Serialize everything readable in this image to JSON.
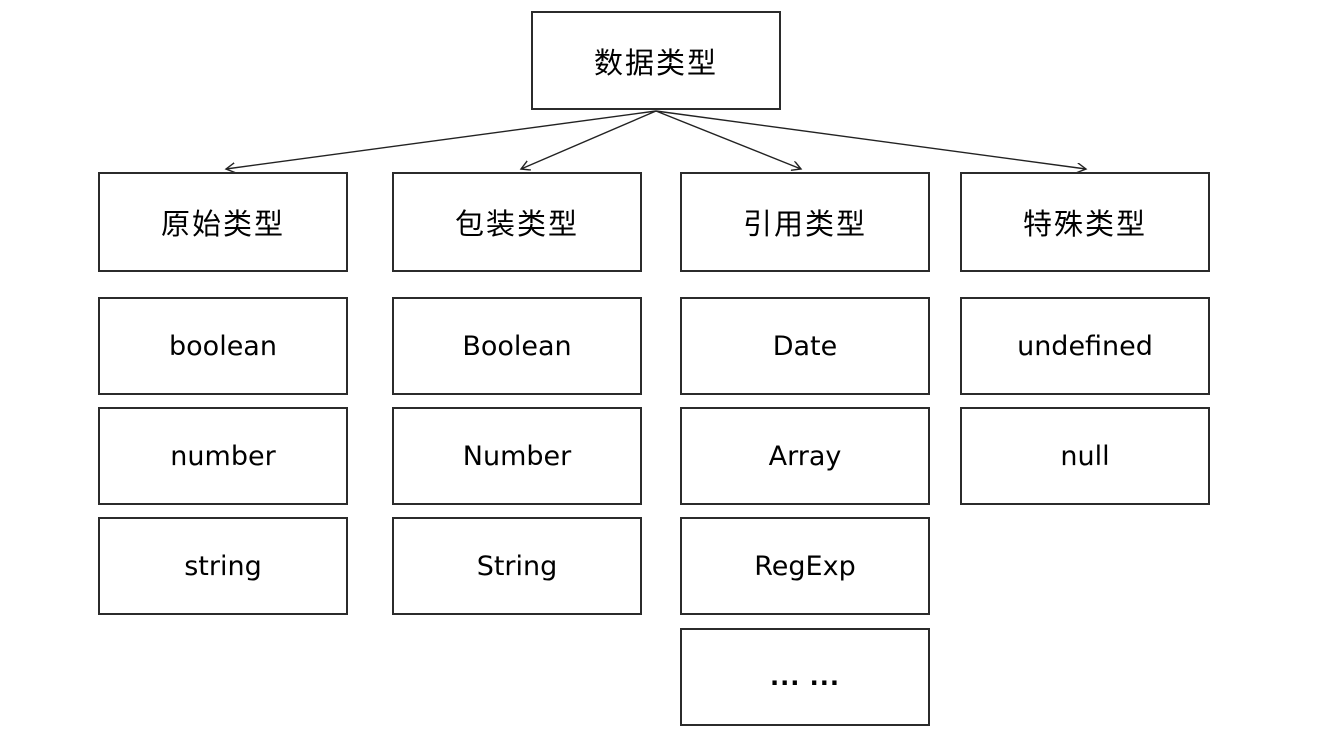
{
  "diagram": {
    "title_node": "数据类型",
    "columns": [
      {
        "header": "原始类型",
        "items": [
          "boolean",
          "number",
          "string"
        ]
      },
      {
        "header": "包装类型",
        "items": [
          "Boolean",
          "Number",
          "String"
        ]
      },
      {
        "header": "引用类型",
        "items": [
          "Date",
          "Array",
          "RegExp",
          "... ..."
        ]
      },
      {
        "header": "特殊类型",
        "items": [
          "undefined",
          "null"
        ]
      }
    ],
    "colors": {
      "background": "#ffffff",
      "box_border": "#2b2b2b",
      "connector": "#222222",
      "text": "#000000"
    }
  }
}
